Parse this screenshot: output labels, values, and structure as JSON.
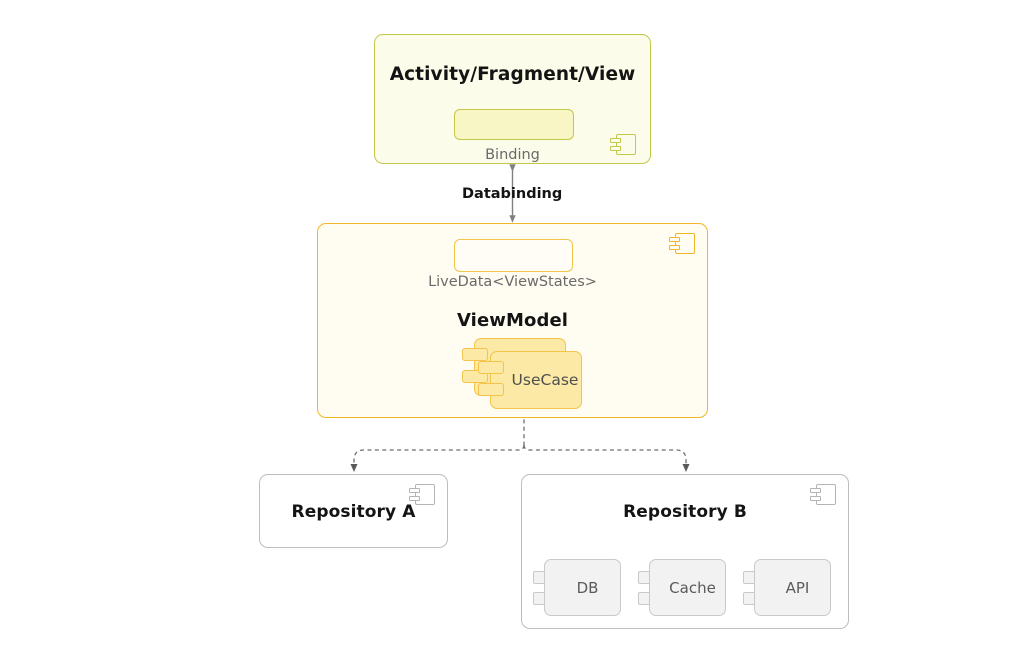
{
  "diagram": {
    "type": "architecture-component-diagram",
    "background": "#ffffff",
    "nodes": {
      "view": {
        "title": "Activity/Fragment/View",
        "inner_label": "Binding",
        "icon": "component-icon",
        "border_color": "#c3c84a",
        "fill_color": "#fbfce9",
        "inner_fill": "#f7f6c4"
      },
      "viewmodel": {
        "title": "ViewModel",
        "inner_label": "LiveData<ViewStates>",
        "usecase_label": "UseCase",
        "icon": "component-icon",
        "border_color": "#f0b829",
        "fill_color": "#fffcf1",
        "usecase_fill": "#fce9a6",
        "usecase_border": "#f2c44b"
      },
      "repository_a": {
        "title": "Repository A",
        "icon": "component-icon",
        "border_color": "#bdbdbd",
        "fill_color": "#ffffff"
      },
      "repository_b": {
        "title": "Repository B",
        "icon": "component-icon",
        "border_color": "#bdbdbd",
        "fill_color": "#ffffff",
        "components": [
          {
            "label": "DB",
            "icon": "component-icon"
          },
          {
            "label": "Cache",
            "icon": "component-icon"
          },
          {
            "label": "API",
            "icon": "component-icon"
          }
        ]
      }
    },
    "connectors": {
      "databinding": {
        "label": "Databinding",
        "style": "solid",
        "direction": "bidirectional",
        "color": "#808080",
        "from": "view",
        "to": "viewmodel"
      },
      "usecase_to_repo_a": {
        "label": "",
        "style": "dashed",
        "direction": "forward",
        "color": "#6e6e6e",
        "from": "usecase",
        "to": "repository_a"
      },
      "usecase_to_repo_b": {
        "label": "",
        "style": "dashed",
        "direction": "forward",
        "color": "#6e6e6e",
        "from": "usecase",
        "to": "repository_b"
      }
    }
  }
}
